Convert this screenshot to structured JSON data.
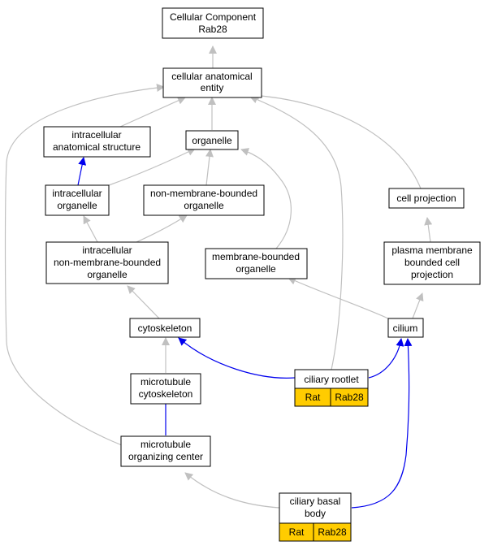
{
  "colors": {
    "isa_edge": "#c0c0c0",
    "partof_edge": "#0000ee",
    "badge_fill": "#ffcc00",
    "node_fill": "#ffffff"
  },
  "nodes": {
    "root": {
      "lines": [
        "Cellular Component",
        "Rab28"
      ]
    },
    "cae": {
      "lines": [
        "cellular anatomical",
        "entity"
      ]
    },
    "ias": {
      "lines": [
        "intracellular",
        "anatomical structure"
      ]
    },
    "organelle": {
      "lines": [
        "organelle"
      ]
    },
    "io": {
      "lines": [
        "intracellular",
        "organelle"
      ]
    },
    "nmbo": {
      "lines": [
        "non-membrane-bounded",
        "organelle"
      ]
    },
    "cellproj": {
      "lines": [
        "cell projection"
      ]
    },
    "inmbo": {
      "lines": [
        "intracellular",
        "non-membrane-bounded",
        "organelle"
      ]
    },
    "mbo": {
      "lines": [
        "membrane-bounded",
        "organelle"
      ]
    },
    "pmbcp": {
      "lines": [
        "plasma membrane",
        "bounded cell",
        "projection"
      ]
    },
    "cytoskeleton": {
      "lines": [
        "cytoskeleton"
      ]
    },
    "cilium": {
      "lines": [
        "cilium"
      ]
    },
    "rootlet": {
      "lines": [
        "ciliary rootlet"
      ],
      "badges": [
        "Rat",
        "Rab28"
      ]
    },
    "mtcyto": {
      "lines": [
        "microtubule",
        "cytoskeleton"
      ]
    },
    "mtoc": {
      "lines": [
        "microtubule",
        "organizing center"
      ]
    },
    "basal": {
      "lines": [
        "ciliary basal",
        "body"
      ],
      "badges": [
        "Rat",
        "Rab28"
      ]
    }
  }
}
